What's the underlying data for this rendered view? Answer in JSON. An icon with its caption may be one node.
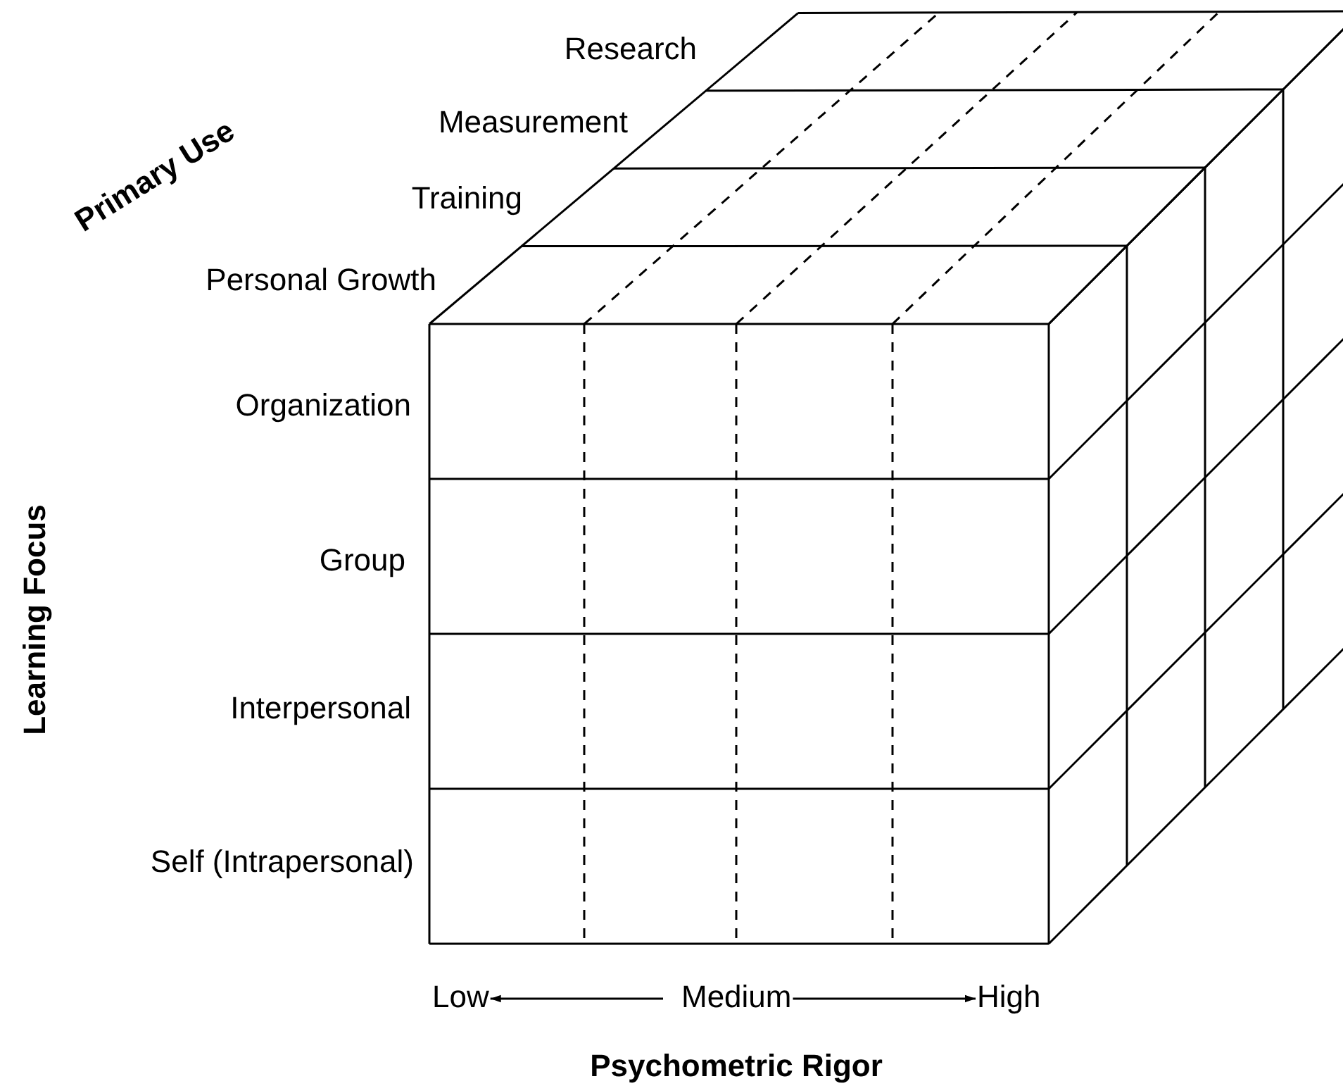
{
  "diagram": {
    "nodes": [
      {
        "text": [
          "Low"
        ]
      },
      {
        "text": [
          "Medium"
        ]
      },
      {
        "text": [
          "High"
        ]
      }
    ],
    "edges": [
      {
        "from": 1,
        "to": 0,
        "arrow": "to"
      },
      {
        "from": 1,
        "to": 2,
        "arrow": "to"
      }
    ],
    "labels": [
      "Research",
      "Primary Use",
      "Measurement",
      "Training",
      "Personal Growth",
      "Organization",
      "Learning Focus",
      "Group",
      "Interpersonal",
      "Self (Intrapersonal)",
      "Psychometric Rigor"
    ]
  }
}
